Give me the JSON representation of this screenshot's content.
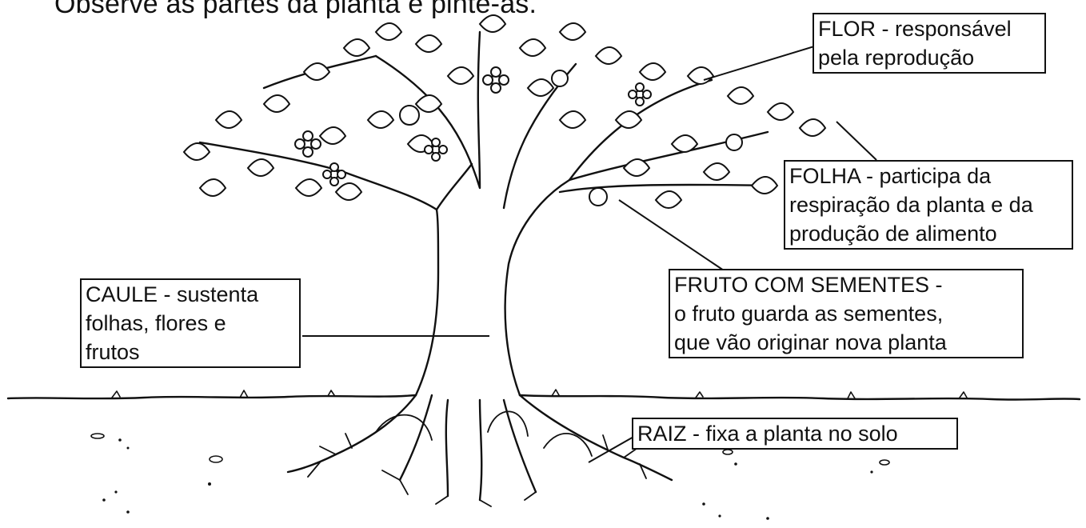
{
  "title": "Observe as partes da planta e pinte-as.",
  "labels": {
    "flor": [
      "FLOR - responsável",
      "pela reprodução"
    ],
    "folha": [
      "FOLHA - participa da",
      "respiração da planta e da",
      "produção de alimento"
    ],
    "fruto": [
      "FRUTO COM SEMENTES -",
      "o fruto guarda as sementes,",
      "que vão originar nova planta"
    ],
    "caule": [
      "CAULE - sustenta",
      "folhas, flores e",
      "frutos"
    ],
    "raiz": [
      "RAIZ - fixa a planta no solo"
    ]
  }
}
